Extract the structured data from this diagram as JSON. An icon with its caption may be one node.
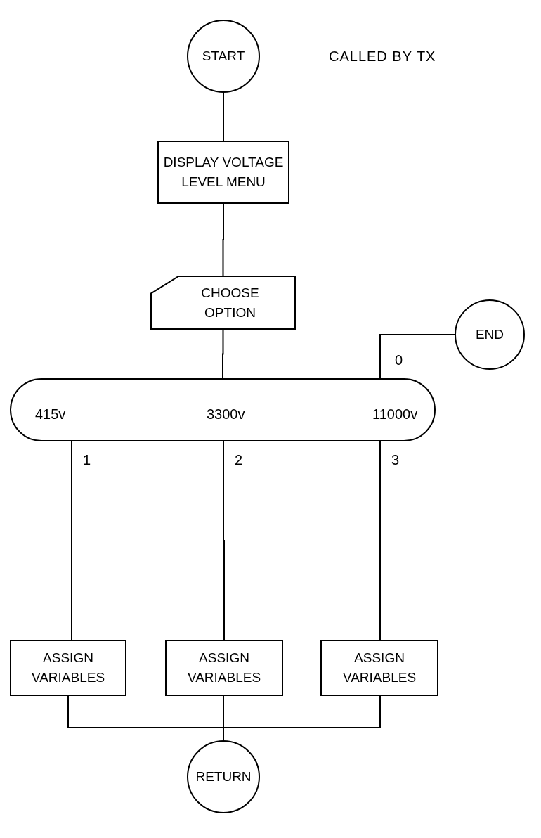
{
  "diagram": {
    "nodes": [
      {
        "text": [
          "START"
        ]
      },
      {
        "text": [
          "DISPLAY VOLTAGE LEVEL MENU"
        ]
      },
      {
        "text": [
          "CHOOSE OPTION"
        ]
      },
      {
        "text": [
          "END"
        ]
      },
      {
        "text": [
          "415v",
          "3300v",
          "11000v"
        ]
      },
      {
        "text": [
          "ASSIGN VARIABLES"
        ]
      },
      {
        "text": [
          "ASSIGN VARIABLES"
        ]
      },
      {
        "text": [
          "ASSIGN VARIABLES"
        ]
      },
      {
        "text": [
          "RETURN"
        ]
      }
    ],
    "edges": [
      {
        "from": 0,
        "to": 1,
        "arrow": "none"
      },
      {
        "from": 1,
        "to": 2,
        "arrow": "none"
      },
      {
        "from": 2,
        "to": 4,
        "arrow": "none"
      },
      {
        "from": 4,
        "to": 3,
        "arrow": "none",
        "label": "0"
      },
      {
        "from": 4,
        "to": 5,
        "arrow": "none",
        "label": "1"
      },
      {
        "from": 4,
        "to": 6,
        "arrow": "none",
        "label": "2"
      },
      {
        "from": 4,
        "to": 7,
        "arrow": "none",
        "label": "3"
      },
      {
        "from": 5,
        "to": 8,
        "arrow": "none"
      },
      {
        "from": 6,
        "to": 8,
        "arrow": "none"
      },
      {
        "from": 7,
        "to": 8,
        "arrow": "none"
      }
    ],
    "labels": [
      "CALLED BY TX"
    ]
  }
}
